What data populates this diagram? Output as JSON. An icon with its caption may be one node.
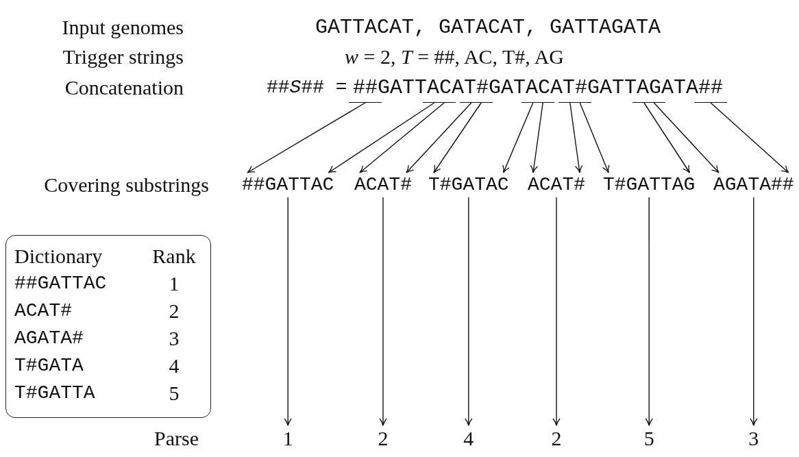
{
  "diagram": {
    "nodes": [
      {
        "text": [],
        "shape": "bar"
      },
      {
        "text": [],
        "shape": "bar"
      },
      {
        "text": [],
        "shape": "bar"
      },
      {
        "text": [],
        "shape": "bar"
      },
      {
        "text": [],
        "shape": "bar"
      },
      {
        "text": [],
        "shape": "bar"
      },
      {
        "text": [],
        "shape": "bar"
      },
      {
        "text": [
          "##GATTAC"
        ]
      },
      {
        "text": [
          "ACAT#"
        ]
      },
      {
        "text": [
          "T#GATAC"
        ]
      },
      {
        "text": [
          "ACAT#"
        ]
      },
      {
        "text": [
          "T#GATTAG"
        ]
      },
      {
        "text": [
          "AGATA##"
        ]
      },
      {
        "text": [
          "Dictionary",
          "Rank",
          "##GATTAC",
          "1",
          "ACAT#",
          "2",
          "AGATA#",
          "3",
          "T#GATA",
          "4",
          "T#GATTA",
          "5"
        ]
      },
      {
        "text": [
          "1"
        ]
      },
      {
        "text": [
          "2"
        ]
      },
      {
        "text": [
          "4"
        ]
      },
      {
        "text": [
          "2"
        ]
      },
      {
        "text": [
          "5"
        ]
      },
      {
        "text": [
          "3"
        ]
      }
    ],
    "edges": [
      {
        "from": 0,
        "to": 7,
        "arrow": "to"
      },
      {
        "from": 1,
        "to": 7,
        "arrow": "to"
      },
      {
        "from": 1,
        "to": 8,
        "arrow": "to"
      },
      {
        "from": 2,
        "to": 8,
        "arrow": "to"
      },
      {
        "from": 2,
        "to": 9,
        "arrow": "to"
      },
      {
        "from": 3,
        "to": 9,
        "arrow": "to"
      },
      {
        "from": 3,
        "to": 10,
        "arrow": "to"
      },
      {
        "from": 4,
        "to": 10,
        "arrow": "to"
      },
      {
        "from": 4,
        "to": 11,
        "arrow": "to"
      },
      {
        "from": 5,
        "to": 11,
        "arrow": "to"
      },
      {
        "from": 5,
        "to": 12,
        "arrow": "to"
      },
      {
        "from": 6,
        "to": 12,
        "arrow": "to"
      },
      {
        "from": 7,
        "to": 14,
        "arrow": "to"
      },
      {
        "from": 8,
        "to": 15,
        "arrow": "to"
      },
      {
        "from": 9,
        "to": 16,
        "arrow": "to"
      },
      {
        "from": 10,
        "to": 17,
        "arrow": "to"
      },
      {
        "from": 11,
        "to": 18,
        "arrow": "to"
      },
      {
        "from": 12,
        "to": 19,
        "arrow": "to"
      }
    ],
    "labels": [
      "Input genomes",
      "GATTACAT, GATACAT, GATTAGATA",
      "Trigger strings",
      "*w* = 2, *T* = ##, AC, T#, AG",
      "Concatenation",
      "##*S*## =",
      "##GATTACAT#GATACAT#GATTAGATA##",
      "Covering substrings",
      "Parse"
    ]
  }
}
